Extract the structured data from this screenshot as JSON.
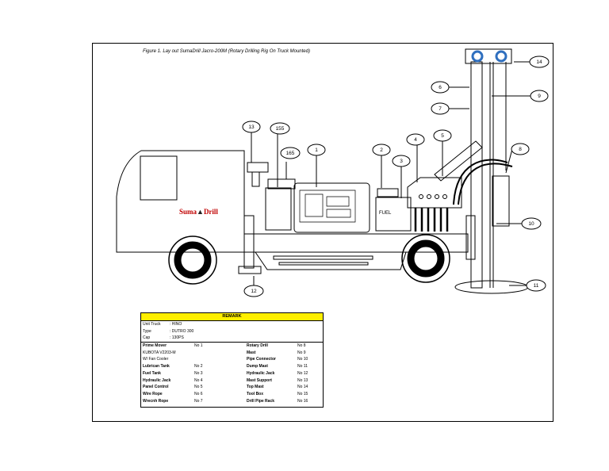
{
  "caption": "Figure 1.  Lay out SumaDrill Jacro-200M (Rotary Drilling Rig On Truck Mounted)",
  "logo": {
    "prefix": "Suma",
    "suffix": "Drill"
  },
  "fuel_label": "FUEL",
  "callouts": [
    "13",
    "155",
    "165",
    "1",
    "2",
    "3",
    "4",
    "5",
    "6",
    "7",
    "8",
    "9",
    "10",
    "11",
    "12",
    "14"
  ],
  "remark": {
    "title": "REMARK",
    "truck": [
      {
        "label": "Unit Truck",
        "value": ": HINO"
      },
      {
        "label": "Type",
        "value": ": DUTRO 300"
      },
      {
        "label": "Cap",
        "value": ": 130PS"
      }
    ],
    "left_rows": [
      {
        "label": "Prime Mover",
        "no": "No 1"
      },
      {
        "label": "KUBOTA V2203-M",
        "no": ""
      },
      {
        "label": "W/ Fan Cooler",
        "no": ""
      },
      {
        "label": "Lubrican Tank",
        "no": "No 2"
      },
      {
        "label": "Fuel Tank",
        "no": "No 3"
      },
      {
        "label": "Hydraulic Jack",
        "no": "No 4"
      },
      {
        "label": "Panel Control",
        "no": "No 5"
      },
      {
        "label": "Wire Rope",
        "no": "No 6"
      },
      {
        "label": "Wrecnh Rope",
        "no": "No 7"
      }
    ],
    "right_rows": [
      {
        "label": "Rotary Drill",
        "no": "No 8"
      },
      {
        "label": "Mast",
        "no": "No 9"
      },
      {
        "label": "Pipe Connector",
        "no": "No 10"
      },
      {
        "label": "Dump Mast",
        "no": "No 11"
      },
      {
        "label": "Hydraulic Jack",
        "no": "No 12"
      },
      {
        "label": "Mast Support",
        "no": "No 13"
      },
      {
        "label": "Top Mast",
        "no": "No 14"
      },
      {
        "label": "Tool Box",
        "no": "No 15"
      },
      {
        "label": "Drill Pipe Rack",
        "no": "No 16"
      }
    ]
  }
}
